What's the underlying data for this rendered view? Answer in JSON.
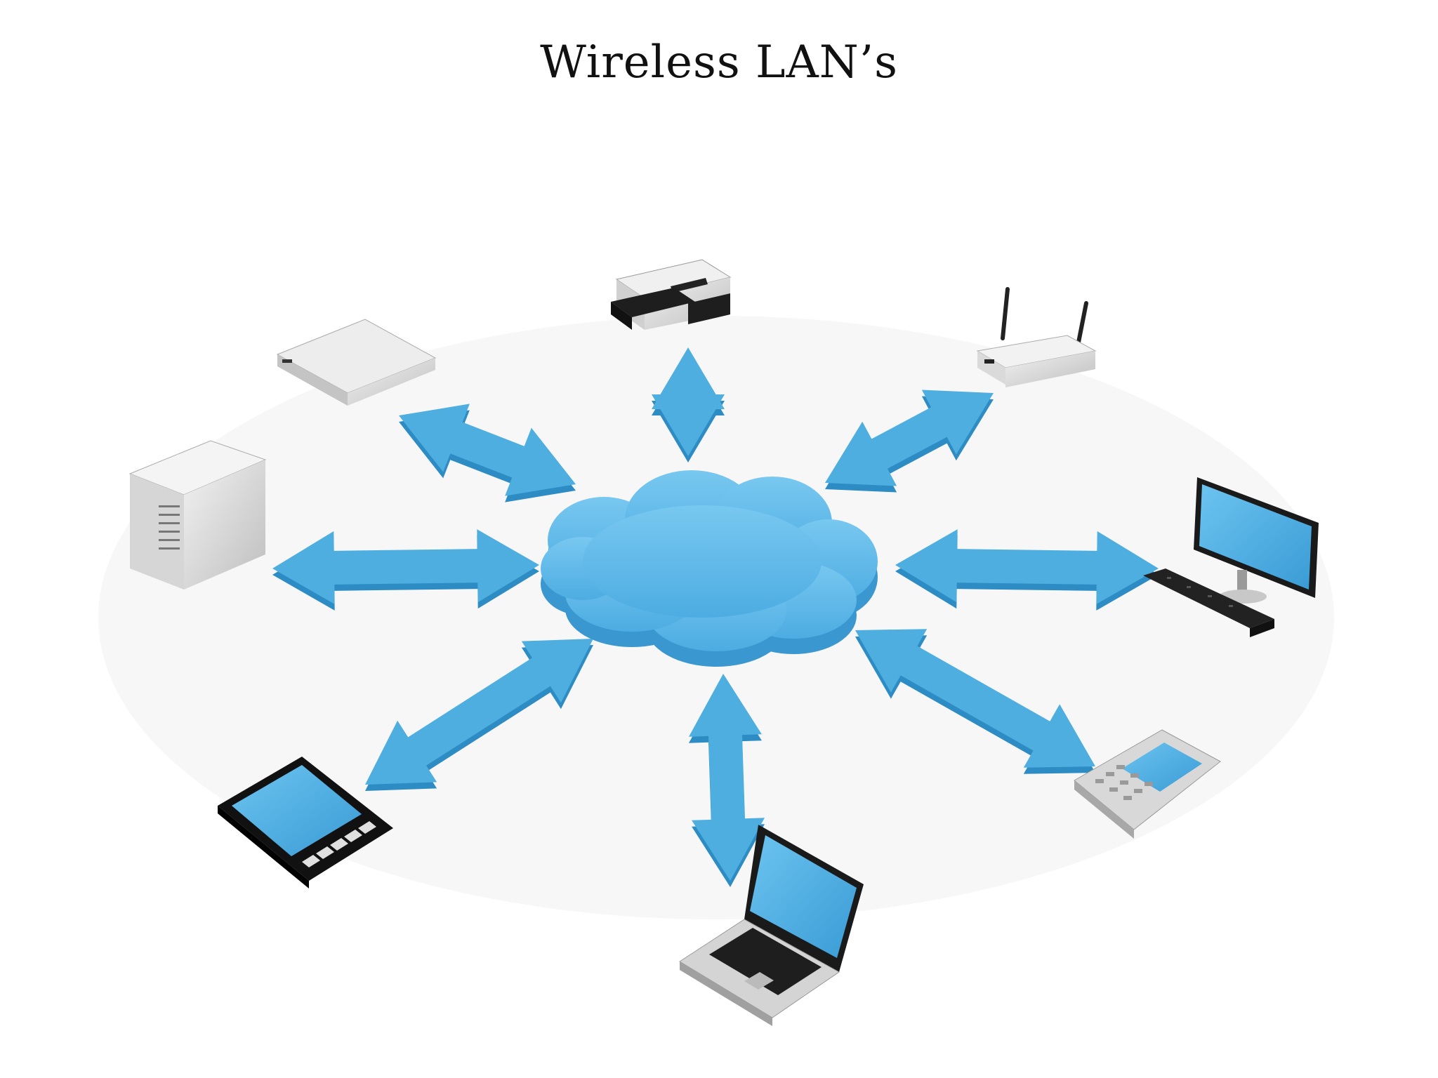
{
  "title": "Wireless LAN’s",
  "colors": {
    "arrow": "#4FAEE0",
    "arrow_dark": "#2E8CC4",
    "cloud": "#5BB8E8",
    "cloud_side": "#3A97CF",
    "screen": "#4CB0E6",
    "device_light": "#E6E6E6",
    "device_mid": "#BDBDBD",
    "device_dark": "#1E1E1E"
  },
  "diagram": {
    "hub": {
      "name": "cloud",
      "icon": "cloud-icon"
    },
    "nodes": [
      {
        "name": "printer",
        "icon": "printer-icon"
      },
      {
        "name": "wireless-router",
        "icon": "router-icon"
      },
      {
        "name": "desktop-computer",
        "icon": "desktop-icon"
      },
      {
        "name": "mobile-phone",
        "icon": "phone-icon"
      },
      {
        "name": "laptop",
        "icon": "laptop-icon"
      },
      {
        "name": "tablet",
        "icon": "tablet-icon"
      },
      {
        "name": "server-tower",
        "icon": "server-icon"
      },
      {
        "name": "network-switch",
        "icon": "switch-icon"
      }
    ]
  }
}
